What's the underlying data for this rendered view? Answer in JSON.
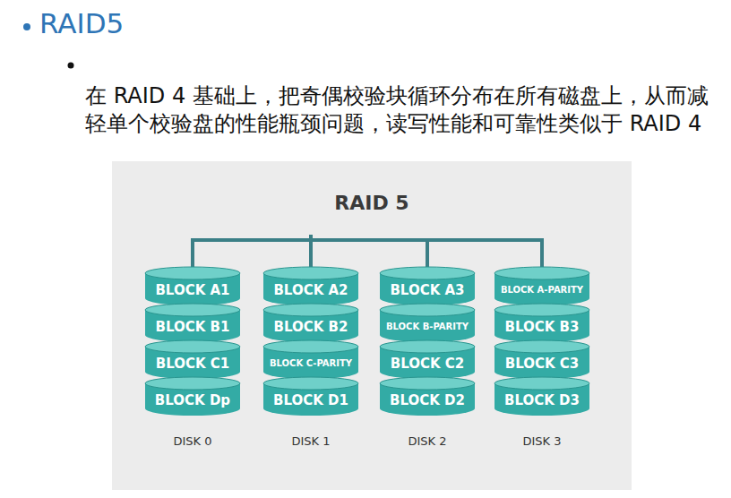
{
  "diagram": {
    "title": "RAID5",
    "nodes": [
      {
        "text": [
          "RAID 5"
        ]
      },
      {
        "text": [
          "DISK 0"
        ],
        "in": 0
      },
      {
        "text": [
          "BLOCK A1"
        ],
        "in": 1
      },
      {
        "text": [
          "BLOCK B1"
        ],
        "in": 1
      },
      {
        "text": [
          "BLOCK C1"
        ],
        "in": 1
      },
      {
        "text": [
          "BLOCK Dp"
        ],
        "in": 1
      },
      {
        "text": [
          "DISK 1"
        ],
        "in": 0
      },
      {
        "text": [
          "BLOCK A2"
        ],
        "in": 6
      },
      {
        "text": [
          "BLOCK B2"
        ],
        "in": 6
      },
      {
        "text": [
          "BLOCK C-PARITY"
        ],
        "in": 6
      },
      {
        "text": [
          "BLOCK D1"
        ],
        "in": 6
      },
      {
        "text": [
          "DISK 2"
        ],
        "in": 0
      },
      {
        "text": [
          "BLOCK A3"
        ],
        "in": 11
      },
      {
        "text": [
          "BLOCK B-PARITY"
        ],
        "in": 11
      },
      {
        "text": [
          "BLOCK C2"
        ],
        "in": 11
      },
      {
        "text": [
          "BLOCK D2"
        ],
        "in": 11
      },
      {
        "text": [
          "DISK 3"
        ],
        "in": 0
      },
      {
        "text": [
          "BLOCK A-PARITY"
        ],
        "in": 16
      },
      {
        "text": [
          "BLOCK B3"
        ],
        "in": 16
      },
      {
        "text": [
          "BLOCK C3"
        ],
        "in": 16
      },
      {
        "text": [
          "BLOCK D3"
        ],
        "in": 16
      }
    ],
    "labels": [
      "在 RAID 4 基础上，把奇偶校验块循环分布在所有磁盘上，从而减轻单个校验盘的性能瓶颈问题，读写性能和可靠性类似于 RAID 4"
    ]
  }
}
